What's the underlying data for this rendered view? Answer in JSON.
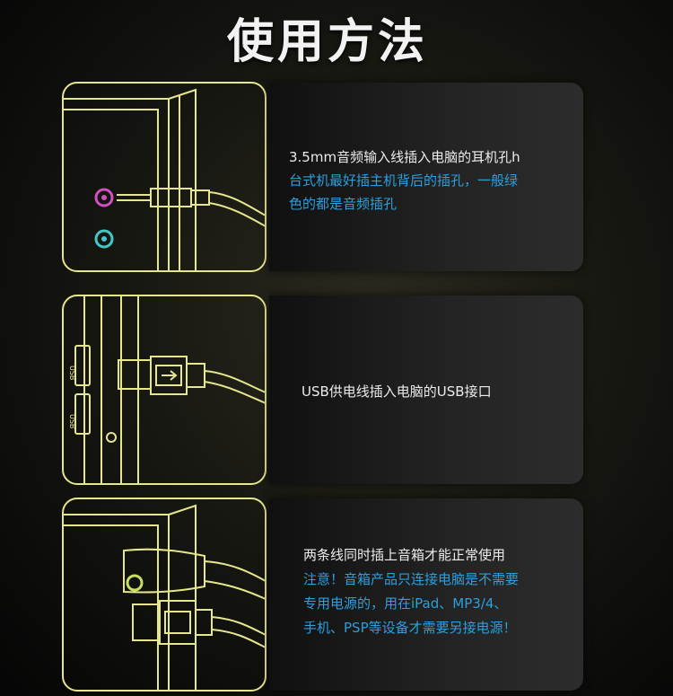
{
  "title": "使用方法",
  "colors": {
    "line": "#e6e68c",
    "accent_blue": "#2c9fdc",
    "text_white": "#ececec"
  },
  "steps": [
    {
      "illustration": "audio-jack-plug",
      "lines": [
        {
          "text": "3.5mm音频输入线插入电脑的耳机孔h",
          "style": "white"
        },
        {
          "text": "台式机最好插主机背后的插孔，一般绿",
          "style": "blue"
        },
        {
          "text": "色的都是音频插孔",
          "style": "blue"
        }
      ]
    },
    {
      "illustration": "usb-plug",
      "port_labels": [
        "USB",
        "USB"
      ],
      "lines": [
        {
          "text": "USB供电线插入电脑的USB接口",
          "style": "white"
        }
      ]
    },
    {
      "illustration": "audio-and-usb-plugs",
      "lines": [
        {
          "text": "两条线同时插上音箱才能正常使用",
          "style": "white"
        },
        {
          "text": "注意！音箱产品只连接电脑是不需要",
          "style": "blue"
        },
        {
          "text": "专用电源的，用在iPad、MP3/4、",
          "style": "blue"
        },
        {
          "text": "手机、PSP等设备才需要另接电源！",
          "style": "blue"
        }
      ]
    }
  ]
}
